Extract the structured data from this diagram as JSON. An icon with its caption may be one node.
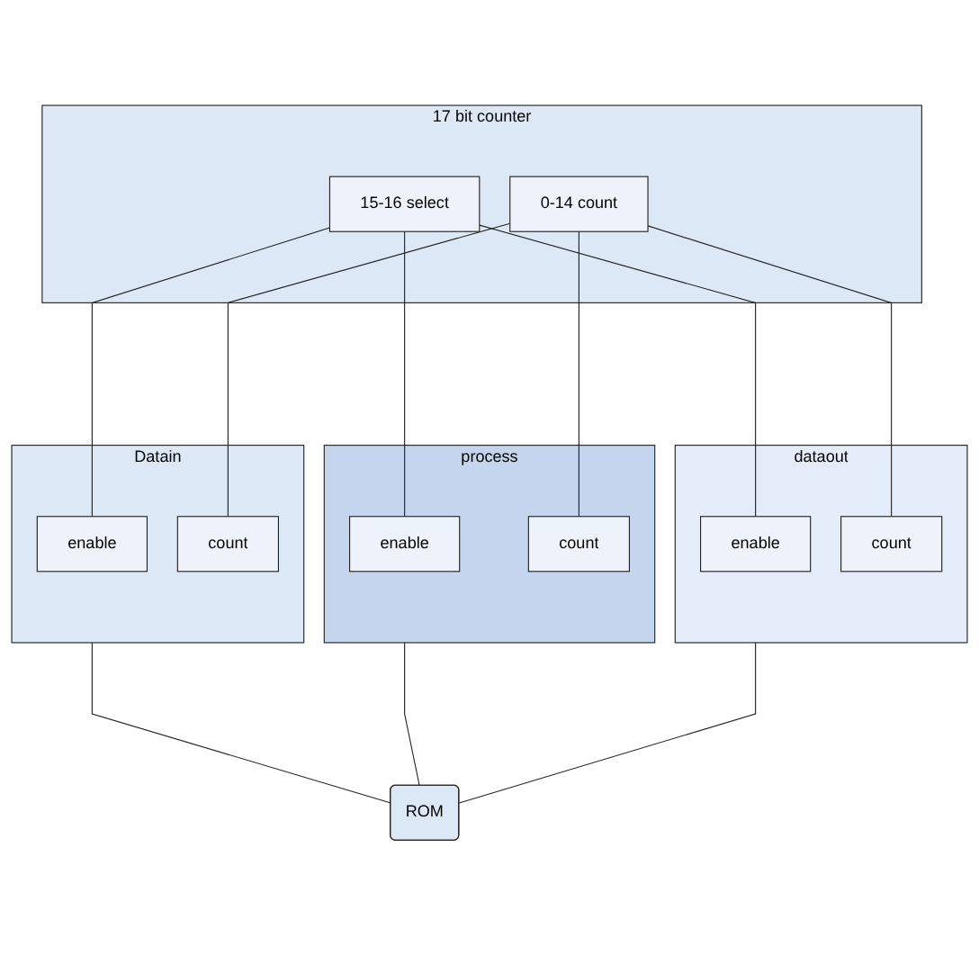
{
  "diagram": {
    "nodes": [
      {
        "text": [
          "17 bit counter"
        ]
      },
      {
        "text": [
          "15-16 select"
        ],
        "in": 0
      },
      {
        "text": [
          "0-14 count"
        ],
        "in": 0
      },
      {
        "text": [
          "Datain"
        ]
      },
      {
        "text": [
          "enable"
        ],
        "in": 3
      },
      {
        "text": [
          "count"
        ],
        "in": 3
      },
      {
        "text": [
          "process"
        ]
      },
      {
        "text": [
          "enable"
        ],
        "in": 6
      },
      {
        "text": [
          "count"
        ],
        "in": 6
      },
      {
        "text": [
          "dataout"
        ]
      },
      {
        "text": [
          "enable"
        ],
        "in": 9
      },
      {
        "text": [
          "count"
        ],
        "in": 9
      },
      {
        "text": [
          "ROM"
        ]
      }
    ],
    "edges": [
      {
        "from": 1,
        "to": 4,
        "arrow": "none"
      },
      {
        "from": 1,
        "to": 7,
        "arrow": "none"
      },
      {
        "from": 1,
        "to": 10,
        "arrow": "none"
      },
      {
        "from": 2,
        "to": 5,
        "arrow": "none"
      },
      {
        "from": 2,
        "to": 8,
        "arrow": "none"
      },
      {
        "from": 2,
        "to": 11,
        "arrow": "none"
      },
      {
        "from": 3,
        "to": 12,
        "arrow": "none"
      },
      {
        "from": 6,
        "to": 12,
        "arrow": "none"
      },
      {
        "from": 9,
        "to": 12,
        "arrow": "none"
      }
    ]
  }
}
